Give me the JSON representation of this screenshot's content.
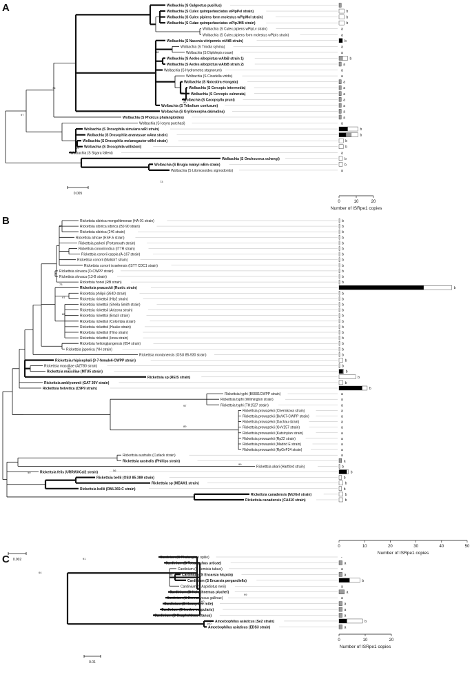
{
  "axis_title": "Number of ISRpe1 copies",
  "panels": [
    {
      "letter": "A",
      "scale_label": "0.005",
      "ticks": [
        "0",
        "10",
        "20"
      ],
      "rows": [
        {
          "label": "Wolbachia (S Gulgnotus pusillus)",
          "bold": true,
          "v": [
            0,
            1.3,
            0
          ],
          "c": ""
        },
        {
          "label": "Wolbachia (S Culex quinquefasciatus wPipPel strain)",
          "bold": true,
          "v": [
            0,
            0,
            3
          ],
          "c": "b"
        },
        {
          "label": "Wolbachia (S Culex pipiens form molestus wPipMol strain)",
          "bold": true,
          "v": [
            0,
            0,
            3
          ],
          "c": "b"
        },
        {
          "label": "Wolbachia (S Culex quinquefasciatus wPipJHB strain)",
          "bold": true,
          "v": [
            0,
            0,
            3
          ],
          "c": "b"
        },
        {
          "label": "Wolbachia (S Culex pipiens wPipLv strain)",
          "bold": false,
          "v": [
            0,
            0,
            0
          ],
          "c": "a"
        },
        {
          "label": "Wolbachia (S Culex pipiens form molestus wPipIs strain)",
          "bold": false,
          "v": [
            0,
            0,
            0
          ],
          "c": "a"
        },
        {
          "label": "Wolbachia (S Nasonia vitripennis wVitB strain)",
          "bold": true,
          "v": [
            2,
            0,
            0
          ],
          "c": "b"
        },
        {
          "label": "Wolbachia (S Triodia sylvina)",
          "bold": false,
          "v": [
            0,
            0,
            0
          ],
          "c": "a"
        },
        {
          "label": "Wolbachia (S Diplolepis rosae)",
          "bold": false,
          "v": [
            0,
            0,
            0
          ],
          "c": "a"
        },
        {
          "label": "Wolbachia (S Aedes albopictus wAlbB strain 1)",
          "bold": true,
          "v": [
            0,
            2,
            3
          ],
          "c": "b"
        },
        {
          "label": "Wolbachia (S Aedes albopictus wAlbB strain 2)",
          "bold": true,
          "v": [
            0,
            1.3,
            0
          ],
          "c": "a"
        },
        {
          "label": "Wolbachia (S Hydrometra stagnorum)",
          "bold": false,
          "v": [
            0,
            0,
            0
          ],
          "c": "a"
        },
        {
          "label": "Wolbachia (S Cicadella viridis)",
          "bold": false,
          "v": [
            0,
            0,
            0
          ],
          "c": "a"
        },
        {
          "label": "Wolbachia (S Notostira elongata)",
          "bold": true,
          "v": [
            0,
            1.3,
            0
          ],
          "c": "a"
        },
        {
          "label": "Wolbachia (S Cercopis intermedia)",
          "bold": true,
          "v": [
            0,
            1.3,
            0
          ],
          "c": "a"
        },
        {
          "label": "Wolbachia (S Cercopis vulnerata)",
          "bold": true,
          "v": [
            0,
            1.3,
            0
          ],
          "c": "a"
        },
        {
          "label": "Wolbachia (S Cacopsylla pruni)",
          "bold": true,
          "v": [
            0,
            1.3,
            0
          ],
          "c": "a"
        },
        {
          "label": "Wolbachia (S Tribolium confusum)",
          "bold": true,
          "v": [
            0,
            1.3,
            0
          ],
          "c": "a"
        },
        {
          "label": "Wolbachia (S Gryllomorpha dalmatina)",
          "bold": true,
          "v": [
            0,
            1.3,
            0
          ],
          "c": "a"
        },
        {
          "label": "Wolbachia (S Pholcus phalangioides)",
          "bold": true,
          "v": [
            0,
            1.3,
            0
          ],
          "c": "a"
        },
        {
          "label": "Wolbachia (S Iceyra purchasi)",
          "bold": false,
          "v": [
            0,
            0,
            0
          ],
          "c": "a"
        },
        {
          "label": "Wolbachia (S Drosophila simulans wRi strain)",
          "bold": true,
          "v": [
            5,
            0,
            6
          ],
          "c": "b"
        },
        {
          "label": "Wolbachia (S Drosophila ananassae wAna strain)",
          "bold": true,
          "v": [
            4,
            3,
            4
          ],
          "c": "b"
        },
        {
          "label": "Wolbachia (S Drosophila melanogaster wMel strain)",
          "bold": true,
          "v": [
            0,
            0,
            2.5
          ],
          "c": "b"
        },
        {
          "label": "Wolbachia (S Drosophila willistoni)",
          "bold": true,
          "v": [
            0,
            0,
            2.5
          ],
          "c": "b"
        },
        {
          "label": "Wolbachia (S Sigara falleni)",
          "bold": false,
          "v": [
            0,
            0,
            0
          ],
          "c": "a"
        },
        {
          "label": "Wolbachia (S Onchocerca ochengi)",
          "bold": true,
          "v": [
            0,
            0,
            2
          ],
          "c": "b"
        },
        {
          "label": "Wolbachia (S Brugia malayi wBm strain)",
          "bold": true,
          "v": [
            0,
            0,
            2
          ],
          "c": "b"
        },
        {
          "label": "Wolbachia (S Litomosoides sigmodontis)",
          "bold": false,
          "v": [
            0,
            0,
            0
          ],
          "c": "a"
        }
      ],
      "bootstraps": [
        "96",
        "58",
        "76",
        "97",
        "98",
        "90",
        "99",
        "73"
      ]
    },
    {
      "letter": "B",
      "scale_label": "0.002",
      "ticks": [
        "0",
        "10",
        "20",
        "30",
        "40",
        "50"
      ],
      "rows": [
        {
          "label": "Rickettsia sibirica mongolitimonae (HA-91 strain)",
          "bold": false,
          "v": [
            0,
            0,
            0.3
          ],
          "c": "b"
        },
        {
          "label": "Rickettsia sibirica sibirica (BJ-90 strain)",
          "bold": false,
          "v": [
            0,
            0,
            0.3
          ],
          "c": "b"
        },
        {
          "label": "Rickettsia sibirica (246 strain)",
          "bold": false,
          "v": [
            0,
            0,
            0.3
          ],
          "c": "b"
        },
        {
          "label": "Rickettsia africae (ESF-5 strain)",
          "bold": false,
          "v": [
            0,
            0,
            0.3
          ],
          "c": "b"
        },
        {
          "label": "Rickettsia parkeri (Portsmouth strain)",
          "bold": false,
          "v": [
            0,
            0,
            0.3
          ],
          "c": "b"
        },
        {
          "label": "Rickettsia conorii indica (ITTR strain)",
          "bold": false,
          "v": [
            0,
            0,
            0.3
          ],
          "c": "b"
        },
        {
          "label": "Rickettsia conorii caspia (A-167 strain)",
          "bold": false,
          "v": [
            0,
            0,
            0.3
          ],
          "c": "b"
        },
        {
          "label": "Rickettsia conorii (Malish7 strain)",
          "bold": false,
          "v": [
            0,
            0,
            0.3
          ],
          "c": "b"
        },
        {
          "label": "Rickettsia conorii israelensis (ISTT CDC1 strain)",
          "bold": false,
          "v": [
            0,
            0,
            0.3
          ],
          "c": "b"
        },
        {
          "label": "Rickettsia slovaca (D-CWPP strain)",
          "bold": false,
          "v": [
            0,
            0,
            0.3
          ],
          "c": "b"
        },
        {
          "label": "Rickettsia slovaca (13-B strain)",
          "bold": false,
          "v": [
            0,
            0,
            0.3
          ],
          "c": "b"
        },
        {
          "label": "Rickettsia honei (RB strain)",
          "bold": false,
          "v": [
            0,
            0,
            0.3
          ],
          "c": "b"
        },
        {
          "label": "Rickettsia peacockii (Rustic strain)",
          "bold": true,
          "v": [
            33,
            0,
            11
          ],
          "c": "b"
        },
        {
          "label": "Rickettsia philipii (364D strain)",
          "bold": false,
          "v": [
            0,
            0,
            0.3
          ],
          "c": "b"
        },
        {
          "label": "Rickettsia rickettsii (Hlp2 strain)",
          "bold": false,
          "v": [
            0,
            0,
            0.3
          ],
          "c": "b"
        },
        {
          "label": "Rickettsia rickettsii (Sheila Smith strain)",
          "bold": false,
          "v": [
            0,
            0,
            0.3
          ],
          "c": "b"
        },
        {
          "label": "Rickettsia rickettsii (Arizona strain)",
          "bold": false,
          "v": [
            0,
            0,
            0.3
          ],
          "c": "b"
        },
        {
          "label": "Rickettsia rickettsii (Brazil strain)",
          "bold": false,
          "v": [
            0,
            0,
            0.3
          ],
          "c": "b"
        },
        {
          "label": "Rickettsia rickettsii (Colombia strain)",
          "bold": false,
          "v": [
            0,
            0,
            0.3
          ],
          "c": "b"
        },
        {
          "label": "Rickettsia rickettsii (Hauke strain)",
          "bold": false,
          "v": [
            0,
            0,
            0.3
          ],
          "c": "b"
        },
        {
          "label": "Rickettsia rickettsii (Hino strain)",
          "bold": false,
          "v": [
            0,
            0,
            0.3
          ],
          "c": "b"
        },
        {
          "label": "Rickettsia rickettsii (Iowa strain)",
          "bold": false,
          "v": [
            0,
            0,
            0.3
          ],
          "c": "b"
        },
        {
          "label": "Rickettsia heilongjiangensis (054 strain)",
          "bold": false,
          "v": [
            0,
            0,
            0.3
          ],
          "c": "b"
        },
        {
          "label": "Rickettsia japonica (YH strain)",
          "bold": false,
          "v": [
            0,
            0,
            0.3
          ],
          "c": "b"
        },
        {
          "label": "Rickettsia montanensis (OSU 85-930 strain)",
          "bold": false,
          "v": [
            0,
            0,
            0.3
          ],
          "c": "b"
        },
        {
          "label": "Rickettsia rhipicephali (3-7-female6-CWPP strain)",
          "bold": true,
          "v": [
            0,
            0,
            1.5
          ],
          "c": "b"
        },
        {
          "label": "Rickettsia massiliae (AZT80 strain)",
          "bold": false,
          "v": [
            0,
            0,
            0.3
          ],
          "c": "b"
        },
        {
          "label": "Rickettsia massiliae (MTU5 strain)",
          "bold": true,
          "v": [
            1.5,
            0,
            0.3
          ],
          "c": "b"
        },
        {
          "label": "Rickettsia sp (REIS strain)",
          "bold": true,
          "v": [
            0,
            0,
            6.5
          ],
          "c": "b"
        },
        {
          "label": "Rickettsia amblyommii (GAT 30V strain)",
          "bold": true,
          "v": [
            0,
            0,
            1.5
          ],
          "c": "b"
        },
        {
          "label": "Rickettsia helvetica (C9P9 strain)",
          "bold": true,
          "v": [
            9,
            0,
            2
          ],
          "c": "b"
        },
        {
          "label": "Rickettsia typhi (B9991CWPP strain)",
          "bold": false,
          "v": [
            0,
            0,
            0
          ],
          "c": "a"
        },
        {
          "label": "Rickettsia typhi (Wilmington strain)",
          "bold": false,
          "v": [
            0,
            0,
            0
          ],
          "c": "a"
        },
        {
          "label": "Rickettsia typhi (TH1527 strain)",
          "bold": false,
          "v": [
            0,
            0,
            0
          ],
          "c": "a"
        },
        {
          "label": "Rickettsia prowazekii (Chernikova strain)",
          "bold": false,
          "v": [
            0,
            0,
            0
          ],
          "c": "a"
        },
        {
          "label": "Rickettsia prowazekii (BuV67-CWPP strain)",
          "bold": false,
          "v": [
            0,
            0,
            0
          ],
          "c": "a"
        },
        {
          "label": "Rickettsia prowazekii (Dachau strain)",
          "bold": false,
          "v": [
            0,
            0,
            0
          ],
          "c": "a"
        },
        {
          "label": "Rickettsia prowazekii (GvV257 strain)",
          "bold": false,
          "v": [
            0,
            0,
            0
          ],
          "c": "a"
        },
        {
          "label": "Rickettsia prowazekii (Katsinyian strain)",
          "bold": false,
          "v": [
            0,
            0,
            0
          ],
          "c": "a"
        },
        {
          "label": "Rickettsia prowazekii (Rp22 strain)",
          "bold": false,
          "v": [
            0,
            0,
            0
          ],
          "c": "a"
        },
        {
          "label": "Rickettsia prowazekii (Madrid E strain)",
          "bold": false,
          "v": [
            0,
            0,
            0
          ],
          "c": "a"
        },
        {
          "label": "Rickettsia prowazekii (RpGvF24 strain)",
          "bold": false,
          "v": [
            0,
            0,
            0
          ],
          "c": "a"
        },
        {
          "label": "Rickettsia australis (Cutlack strain)",
          "bold": false,
          "v": [
            0,
            0,
            0
          ],
          "c": "a"
        },
        {
          "label": "Rickettsia australis (Phillips strain)",
          "bold": true,
          "v": [
            0,
            1,
            0
          ],
          "c": "a"
        },
        {
          "label": "Rickettsia akari (Hartford strain)",
          "bold": false,
          "v": [
            0,
            0,
            0.3
          ],
          "c": "b"
        },
        {
          "label": "Rickettsia felis (URRWXCal2 strain)",
          "bold": true,
          "v": [
            3,
            0,
            0.7
          ],
          "c": "b"
        },
        {
          "label": "Rickettsia bellii (OSU 85-389 strain)",
          "bold": true,
          "v": [
            0,
            0,
            1
          ],
          "c": "b"
        },
        {
          "label": "Rickettsia sp (MEAM1 strain)",
          "bold": true,
          "v": [
            0,
            0,
            1.5
          ],
          "c": "b"
        },
        {
          "label": "Rickettsia bellii (RML369-C strain)",
          "bold": true,
          "v": [
            0,
            0,
            1
          ],
          "c": "b"
        },
        {
          "label": "Rickettsia canadensis (McKiel strain)",
          "bold": true,
          "v": [
            0,
            0,
            1.5
          ],
          "c": "b"
        },
        {
          "label": "Rickettsia canadensis (CA410 strain)",
          "bold": true,
          "v": [
            0,
            0,
            1.5
          ],
          "c": "b"
        }
      ],
      "bootstraps": [
        "84",
        "73",
        "97",
        "86",
        "98",
        "97",
        "89",
        "99",
        "56",
        "99",
        "91",
        "64",
        "99"
      ]
    },
    {
      "letter": "C",
      "scale_label": "0.01",
      "ticks": [
        "0",
        "10",
        "20"
      ],
      "rows": [
        {
          "label": "Cardinium (S Phalangium opilio)",
          "bold": false,
          "v": [
            0,
            0,
            0
          ],
          "c": "-"
        },
        {
          "label": "Cardinium (S Tetranychus urticae)",
          "bold": true,
          "v": [
            0,
            1.2,
            0
          ],
          "c": "a"
        },
        {
          "label": "Cardinium (S Bemisia tabaci)",
          "bold": false,
          "v": [
            0,
            0,
            0
          ],
          "c": "a"
        },
        {
          "label": "Cardinium (S Encarsia hispida)",
          "bold": true,
          "v": [
            0,
            1.2,
            0
          ],
          "c": "a"
        },
        {
          "label": "Cardinium (S Encarsia pergandiella)",
          "bold": true,
          "v": [
            4,
            0,
            4
          ],
          "c": "b"
        },
        {
          "label": "Cardinium (S Aspidiotus nerii)",
          "bold": false,
          "v": [
            0,
            0,
            0
          ],
          "c": "a"
        },
        {
          "label": "Cardinium (S Holochnemus pluchei)",
          "bold": true,
          "v": [
            0,
            2,
            0
          ],
          "c": "a"
        },
        {
          "label": "Cardinium (S Dermanyssus gallinae)",
          "bold": false,
          "v": [
            0,
            0,
            0
          ],
          "c": "a"
        },
        {
          "label": "Cardinium (S Honey bee mite)",
          "bold": true,
          "v": [
            0,
            1.2,
            0
          ],
          "c": "a"
        },
        {
          "label": "Cardinium (S Ixodes scapularis)",
          "bold": true,
          "v": [
            0,
            1.2,
            0
          ],
          "c": "a"
        },
        {
          "label": "Cardinium (S Scapholdeus titanus)",
          "bold": true,
          "v": [
            0,
            1.2,
            0
          ],
          "c": "a"
        },
        {
          "label": "Amoebophilus asiaticus (Se2 strain)",
          "bold": true,
          "v": [
            3,
            0,
            6
          ],
          "c": "b"
        },
        {
          "label": "Amoebophilus asiaticus (EDS3 strain)",
          "bold": true,
          "v": [
            0,
            1.2,
            0
          ],
          "c": "a"
        }
      ],
      "bootstraps": [
        "60",
        "98",
        "97",
        "100"
      ]
    }
  ],
  "colors": {
    "line": "#111111",
    "black_bar": "#000000",
    "gray_bar": "#9b9b9b",
    "white_bar": "#ffffff"
  }
}
